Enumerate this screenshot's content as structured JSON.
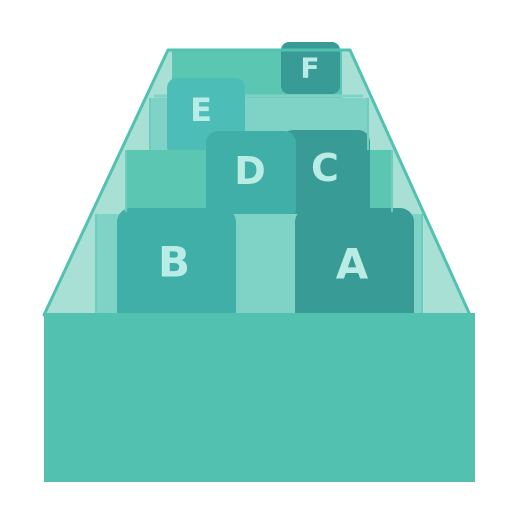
{
  "graphic": {
    "icon": "card-file-drawer-icon",
    "tabs": [
      {
        "id": "f",
        "letter": "F"
      },
      {
        "id": "e",
        "letter": "E"
      },
      {
        "id": "d",
        "letter": "D"
      },
      {
        "id": "c",
        "letter": "C"
      },
      {
        "id": "b",
        "letter": "B"
      },
      {
        "id": "a",
        "letter": "A"
      }
    ]
  },
  "colors": {
    "drawer_front": "#52c1b0",
    "drawer_side": "#a8e0d6",
    "drawer_outline": "#52c1b0",
    "tab_dark": "#389b96",
    "tab_medium": "#3fafa7",
    "tab_light": "#4dbdb8",
    "card_pale": "#7fd3c6",
    "card_mid": "#5bc6b2",
    "letter": "#b9ece4"
  }
}
